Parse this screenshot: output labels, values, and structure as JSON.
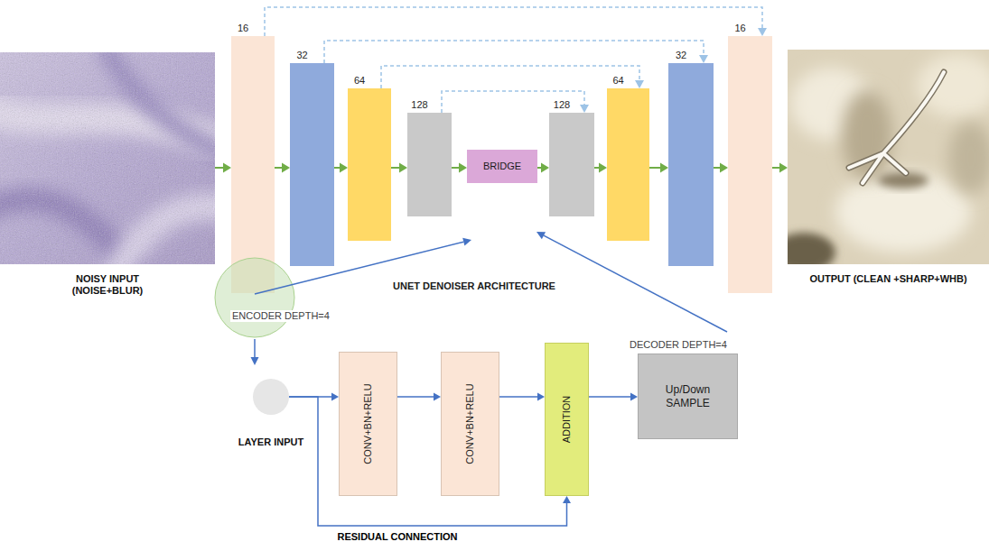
{
  "diagram": {
    "nodes": [
      {
        "text": [
          "NOISY INPUT (NOISE+BLUR)"
        ]
      },
      {
        "text": [
          "16"
        ]
      },
      {
        "text": [
          "32"
        ]
      },
      {
        "text": [
          "64"
        ]
      },
      {
        "text": [
          "128"
        ]
      },
      {
        "text": [
          "BRIDGE"
        ]
      },
      {
        "text": [
          "128"
        ]
      },
      {
        "text": [
          "64"
        ]
      },
      {
        "text": [
          "32"
        ]
      },
      {
        "text": [
          "16"
        ]
      },
      {
        "text": [
          "OUTPUT (CLEAN +SHARP+WHB)"
        ]
      },
      {
        "text": [
          "LAYER INPUT"
        ]
      },
      {
        "text": [
          "CONV+BN+RELU"
        ]
      },
      {
        "text": [
          "CONV+BN+RELU"
        ]
      },
      {
        "text": [
          "ADDITION"
        ]
      },
      {
        "text": [
          "Up/Down SAMPLE"
        ]
      }
    ],
    "edges": [
      {
        "from": 0,
        "to": 1,
        "arrow": "to"
      },
      {
        "from": 1,
        "to": 2,
        "arrow": "to"
      },
      {
        "from": 2,
        "to": 3,
        "arrow": "to"
      },
      {
        "from": 3,
        "to": 4,
        "arrow": "to"
      },
      {
        "from": 4,
        "to": 5,
        "arrow": "to"
      },
      {
        "from": 5,
        "to": 6,
        "arrow": "to"
      },
      {
        "from": 6,
        "to": 7,
        "arrow": "to"
      },
      {
        "from": 7,
        "to": 8,
        "arrow": "to"
      },
      {
        "from": 8,
        "to": 9,
        "arrow": "to"
      },
      {
        "from": 9,
        "to": 10,
        "arrow": "to"
      },
      {
        "from": 1,
        "to": 9,
        "arrow": "to"
      },
      {
        "from": 2,
        "to": 8,
        "arrow": "to"
      },
      {
        "from": 3,
        "to": 7,
        "arrow": "to"
      },
      {
        "from": 4,
        "to": 6,
        "arrow": "to"
      },
      {
        "from": 11,
        "to": 12,
        "arrow": "to"
      },
      {
        "from": 12,
        "to": 13,
        "arrow": "to"
      },
      {
        "from": 13,
        "to": 14,
        "arrow": "to"
      },
      {
        "from": 14,
        "to": 15,
        "arrow": "to"
      },
      {
        "from": 11,
        "to": 14,
        "label": "RESIDUAL CONNECTION",
        "arrow": "to"
      }
    ],
    "labels": [
      "UNET DENOISER ARCHITECTURE",
      "ENCODER DEPTH=4",
      "DECODER DEPTH=4"
    ]
  }
}
